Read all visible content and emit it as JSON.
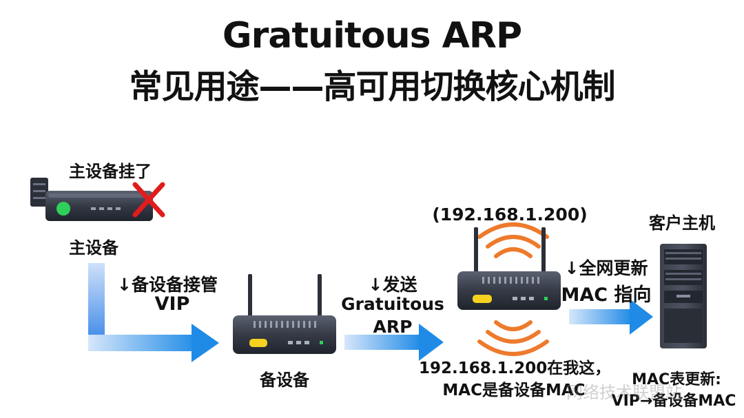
{
  "title": {
    "line1": "Gratuitous ARP",
    "line2": "常见用途——高可用切换核心机制"
  },
  "primary": {
    "status": "主设备挂了",
    "name": "主设备",
    "failed_icon": "x-mark-icon"
  },
  "step1": {
    "line1": "↓备设备接管",
    "line2": "VIP"
  },
  "backup": {
    "name": "备设备"
  },
  "step2": {
    "line1": "↓发送",
    "line2": "Gratuitous",
    "line3": "ARP"
  },
  "broadcaster": {
    "ip": "(192.168.1.200)",
    "message_line1": "192.168.1.200在我这，",
    "message_line2": "MAC是备设备MAC"
  },
  "step3": {
    "line1": "↓全网更新",
    "line2": "MAC 指向"
  },
  "client": {
    "name": "客户主机",
    "update_line1": "MAC表更新:",
    "update_line2": "VIP→备设备MAC"
  },
  "watermark": {
    "text": "网络技术联盟站"
  },
  "colors": {
    "arrow_start": "#bcd6f7",
    "arrow_end": "#1f8be6",
    "wave": "#ee7a2c",
    "led_green": "#2fd05a",
    "led_yellow": "#f4d21f",
    "fail_red": "#e11c1c",
    "device_dark": "#2f3440"
  }
}
